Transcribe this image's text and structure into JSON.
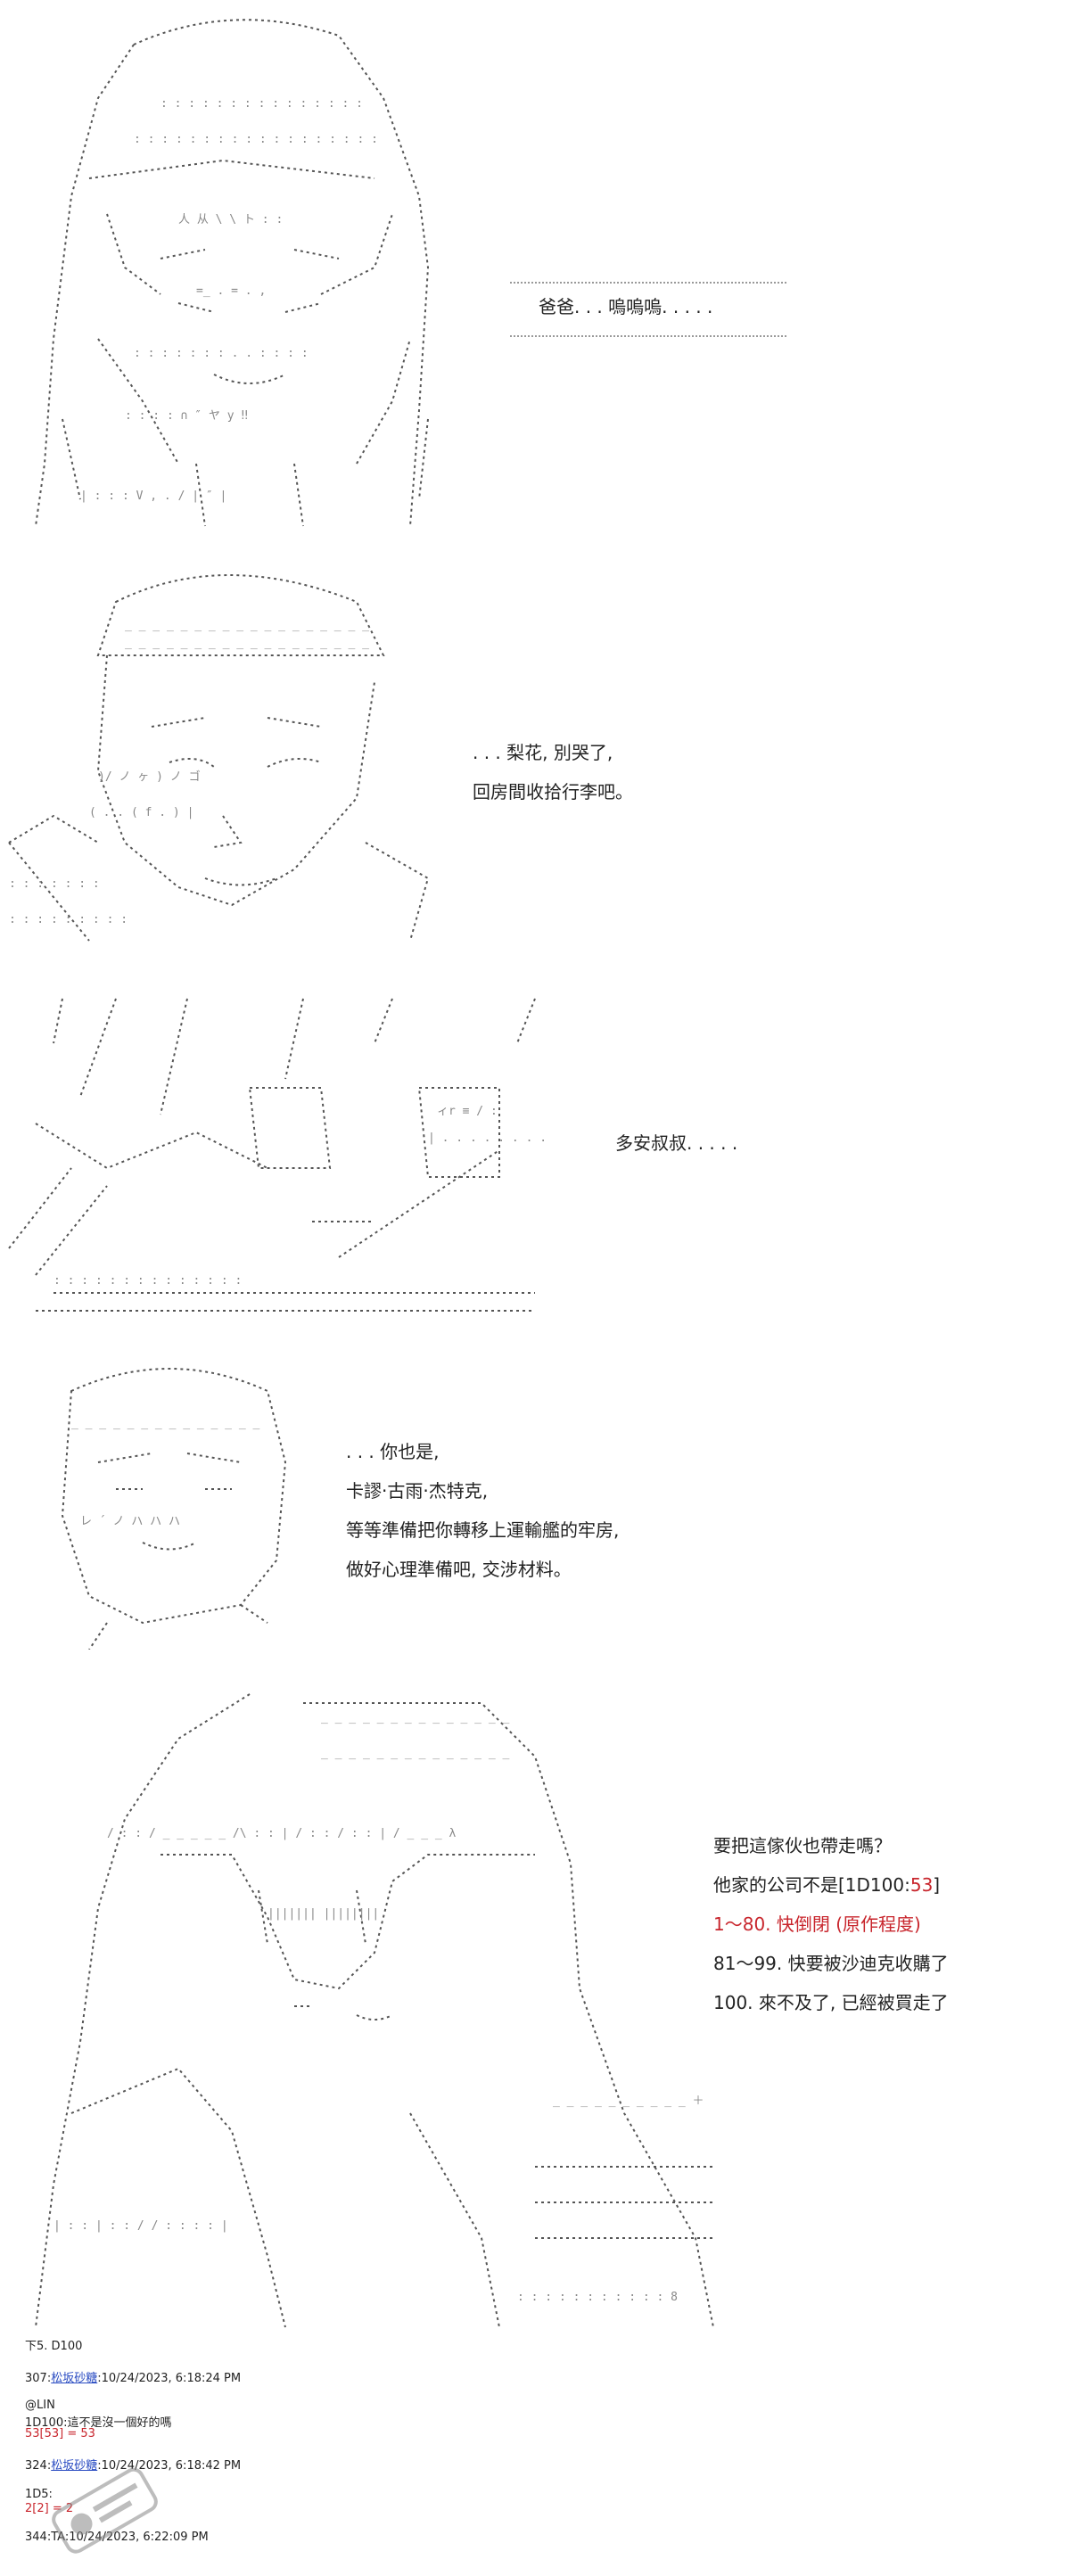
{
  "panels": [
    {
      "lines": [
        "爸爸. . . 嗚嗚嗚. . . . ."
      ]
    },
    {
      "lines": [
        ". . . 梨花, 別哭了,",
        "回房間收拾行李吧。"
      ]
    },
    {
      "lines": [
        "多安叔叔. . . . ."
      ]
    },
    {
      "lines": [
        ". . . 你也是,",
        "卡謬·古雨·杰特克,",
        "等等準備把你轉移上運輸艦的牢房,",
        "做好心理準備吧, 交涉材料。"
      ]
    },
    {
      "lines": [
        "要把這傢伙也帶走嗎？",
        "他家的公司不是[1D100:",
        "53",
        "]",
        "1～80. 快倒閉 (原作程度)",
        "81～99. 快要被沙迪克收購了",
        "100. 來不及了, 已經被買走了"
      ]
    }
  ],
  "forum": {
    "header": "下5. D100",
    "posts": [
      {
        "num": "307:",
        "author": "松坂砂糖",
        "time": ":10/24/2023, 6:18:24 PM",
        "body1": "@LIN",
        "body2": "1D100:這不是沒一個好的嗎",
        "roll": "53[53] = 53"
      },
      {
        "num": "324:",
        "author": "松坂砂糖",
        "time": ":10/24/2023, 6:18:42 PM",
        "body1": "1D5:",
        "roll": "2[2] = 2"
      },
      {
        "num": "344:",
        "author": "TA",
        "time": ":10/24/2023, 6:22:09 PM"
      }
    ]
  },
  "colors": {
    "text": "#222222",
    "roll_red": "#c8252c",
    "link_blue": "#2a4cc2",
    "art_gray": "#555555"
  }
}
